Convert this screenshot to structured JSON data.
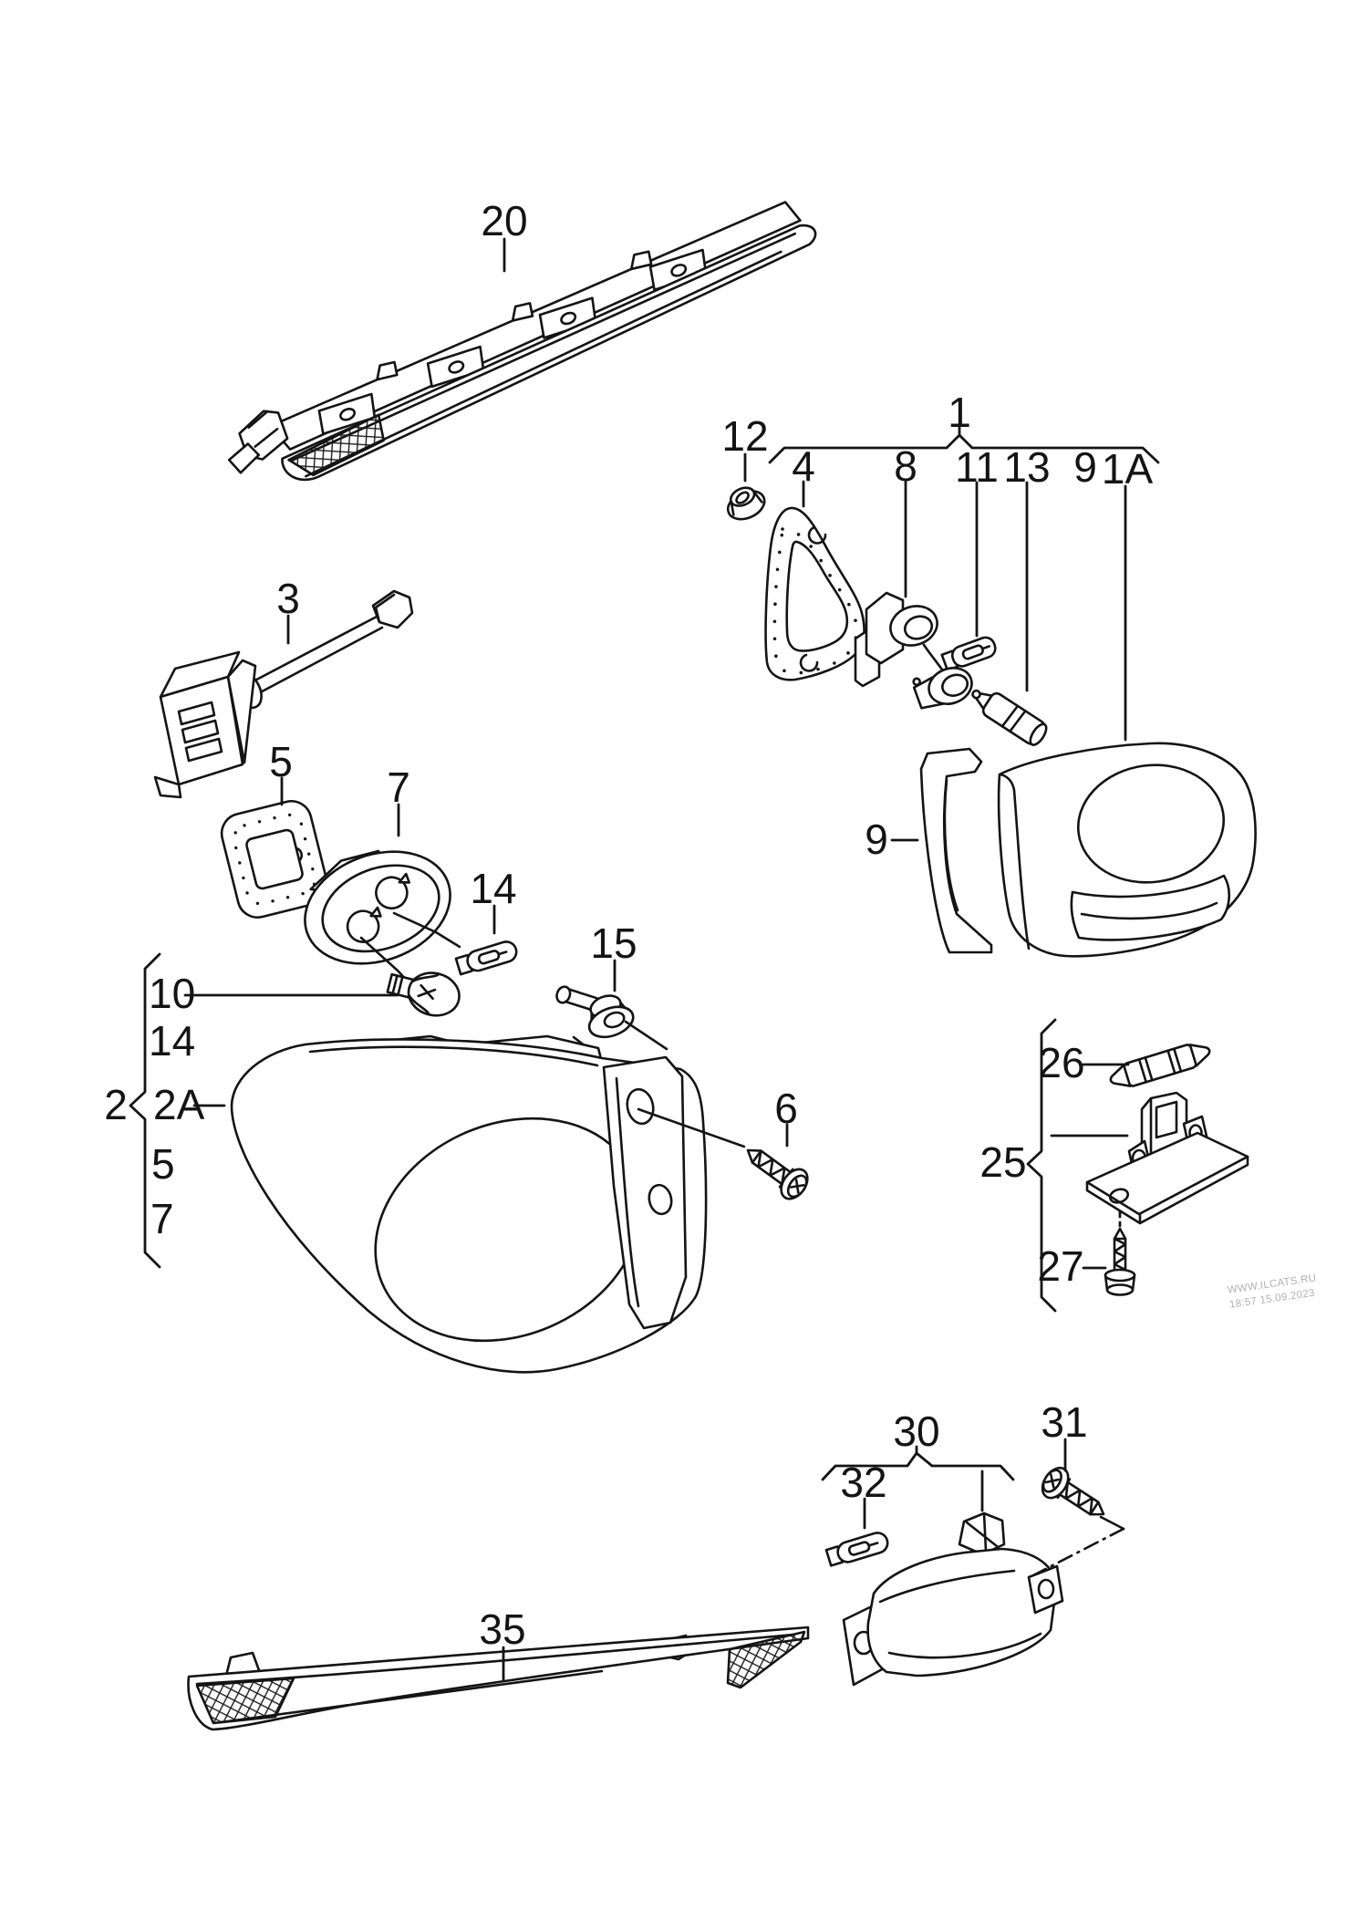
{
  "diagram": {
    "kind": "exploded-parts-diagram",
    "subject": "rear lamps / tail lights",
    "groups": [
      {
        "label": "1",
        "members": [
          "4",
          "8",
          "11",
          "13",
          "9",
          "1A"
        ]
      },
      {
        "label": "2",
        "members": [
          "10",
          "14",
          "2A",
          "5",
          "7"
        ]
      },
      {
        "label": "25",
        "members": [
          "26",
          "27"
        ]
      },
      {
        "label": "30",
        "members": [
          "32"
        ]
      }
    ]
  },
  "labels": [
    {
      "id": "20",
      "text": "20"
    },
    {
      "id": "12",
      "text": "12"
    },
    {
      "id": "1",
      "text": "1"
    },
    {
      "id": "4",
      "text": "4"
    },
    {
      "id": "8",
      "text": "8"
    },
    {
      "id": "11",
      "text": "11"
    },
    {
      "id": "13",
      "text": "13"
    },
    {
      "id": "9-row",
      "text": "9"
    },
    {
      "id": "1A",
      "text": "1A"
    },
    {
      "id": "3",
      "text": "3"
    },
    {
      "id": "5-top",
      "text": "5"
    },
    {
      "id": "7-top",
      "text": "7"
    },
    {
      "id": "14-top",
      "text": "14"
    },
    {
      "id": "15",
      "text": "15"
    },
    {
      "id": "10",
      "text": "10"
    },
    {
      "id": "14-list",
      "text": "14"
    },
    {
      "id": "2",
      "text": "2"
    },
    {
      "id": "2A",
      "text": "2A"
    },
    {
      "id": "5-list",
      "text": "5"
    },
    {
      "id": "7-list",
      "text": "7"
    },
    {
      "id": "6",
      "text": "6"
    },
    {
      "id": "9-cover",
      "text": "9"
    },
    {
      "id": "26",
      "text": "26"
    },
    {
      "id": "25",
      "text": "25"
    },
    {
      "id": "27",
      "text": "27"
    },
    {
      "id": "30",
      "text": "30"
    },
    {
      "id": "32",
      "text": "32"
    },
    {
      "id": "31",
      "text": "31"
    },
    {
      "id": "35",
      "text": "35"
    }
  ],
  "watermark": {
    "line1": "WWW.ILCATS.RU",
    "line2": "18:57 15.09.2023"
  }
}
